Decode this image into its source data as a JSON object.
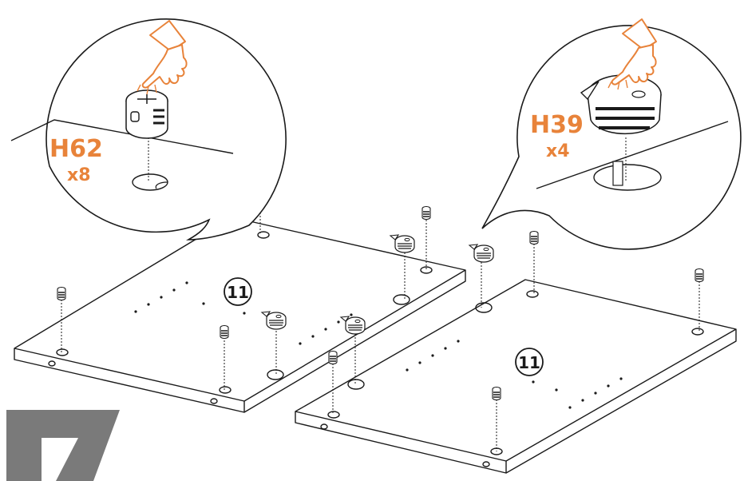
{
  "step": {
    "number": "7"
  },
  "part_label": "11",
  "callouts": [
    {
      "code": "H62",
      "quantity": "x8"
    },
    {
      "code": "H39",
      "quantity": "x4"
    }
  ],
  "colors": {
    "accent": "#e8833a",
    "line": "#1a1a1a",
    "step_number": "#7a7a7a"
  },
  "icons": [
    "pointing-hand-icon",
    "cam-lock-icon",
    "cam-bolt-icon"
  ]
}
